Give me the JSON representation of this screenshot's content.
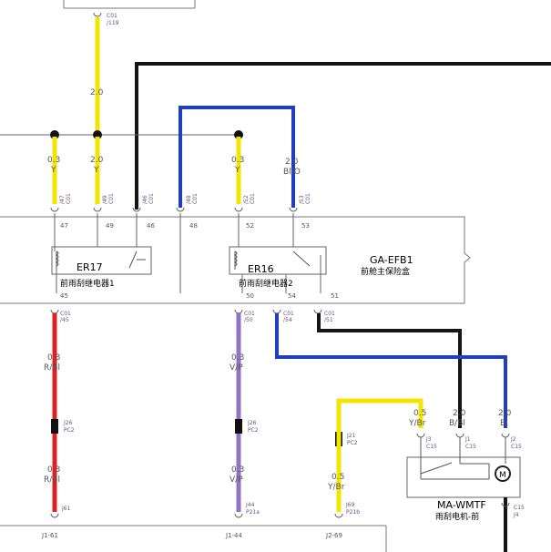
{
  "fuse_box": {
    "name": "GA-EFB1",
    "subtitle": "前舱主保险盒"
  },
  "relays": [
    {
      "name": "ER17",
      "label": "前雨刮继电器1"
    },
    {
      "name": "ER16",
      "label": "前雨刮继电器2"
    }
  ],
  "motor": {
    "name": "MA-WMTF",
    "label": "雨刮电机-前"
  },
  "top_connector": {
    "code": "C01",
    "pin": "/119"
  },
  "wires": {
    "top_yellow": {
      "gauge": "2.0",
      "color": ""
    },
    "y1": {
      "gauge": "0.3",
      "color": "Y"
    },
    "y2": {
      "gauge": "2.0",
      "color": "Y"
    },
    "y3": {
      "gauge": "0.3",
      "color": "Y"
    },
    "blue_o": {
      "gauge": "2.0",
      "color": "Bl/O"
    },
    "rbl_a": {
      "gauge": "0.3",
      "color": "R/Bl"
    },
    "rbl_b": {
      "gauge": "0.3",
      "color": "R/Bl"
    },
    "vp_a": {
      "gauge": "0.3",
      "color": "V/P"
    },
    "vp_b": {
      "gauge": "0.3",
      "color": "V/P"
    },
    "ybr_a": {
      "gauge": "0.5",
      "color": "Y/Br"
    },
    "ybr_b": {
      "gauge": "0.5",
      "color": "Y/Br"
    },
    "bbl": {
      "gauge": "2.0",
      "color": "B/Bl"
    },
    "bl": {
      "gauge": "2.0",
      "color": "Bl"
    }
  },
  "box_pins_top": [
    "47",
    "49",
    "46",
    "48",
    "52",
    "53"
  ],
  "box_pins_bottom": [
    "45",
    "50",
    "54",
    "51"
  ],
  "top_conn_labels": {
    "p47": {
      "pin": "/47",
      "conn": "C01"
    },
    "p49": {
      "pin": "/49",
      "conn": "C01"
    },
    "p46": {
      "pin": "/46",
      "conn": "C01"
    },
    "p48": {
      "pin": "/48",
      "conn": "C01"
    },
    "p52": {
      "pin": "/52",
      "conn": "C01"
    },
    "p53": {
      "pin": "/53",
      "conn": "C01"
    }
  },
  "bottom_conn_labels": {
    "p45": {
      "conn": "C01",
      "pin": "/45"
    },
    "p50": {
      "conn": "C01",
      "pin": "/50"
    },
    "p54": {
      "conn": "C01",
      "pin": "/54"
    },
    "p51": {
      "conn": "C01",
      "pin": "/51"
    }
  },
  "inline_conns": {
    "r_mid": {
      "pin": "J26",
      "conn": "PC2"
    },
    "v_mid": {
      "pin": "J26",
      "conn": "PC2"
    },
    "y_mid": {
      "pin": "J21",
      "conn": "PC2"
    },
    "r_bot": {
      "pin": "J61"
    },
    "v_bot": {
      "pin": "J44",
      "conn": "P21a"
    },
    "y_bot": {
      "pin": "J69",
      "conn": "P21b"
    }
  },
  "motor_pins": {
    "m3": {
      "pin": "J3",
      "conn": "C15"
    },
    "m1": {
      "pin": "J1",
      "conn": "C15"
    },
    "m2": {
      "pin": "J2",
      "conn": "C15"
    },
    "m4": {
      "conn": "C15",
      "pin": "J4"
    }
  },
  "bottom_refs": [
    "J1-61",
    "J1-44",
    "J2-69"
  ]
}
